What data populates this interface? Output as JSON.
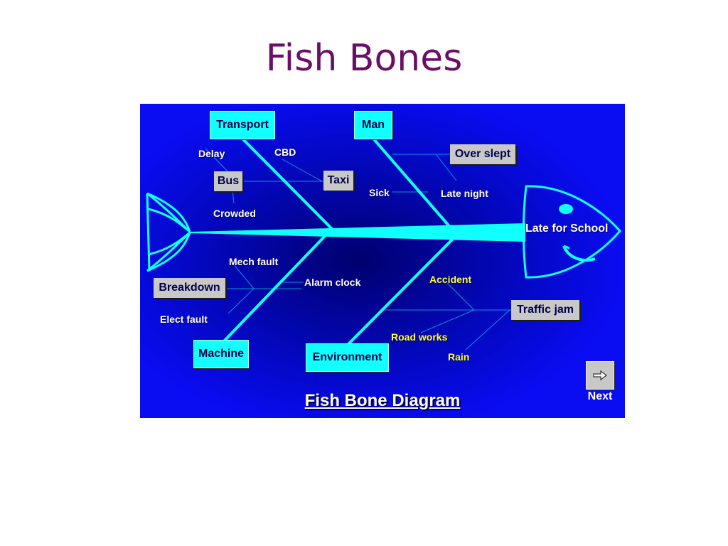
{
  "slide": {
    "title": "Fish Bones"
  },
  "diagram": {
    "problem": "Late for School",
    "footer_title": "Fish Bone Diagram",
    "categories": {
      "transport": {
        "label": "Transport",
        "subcauses": [
          {
            "label": "Bus",
            "details": [
              "Delay",
              "Crowded"
            ]
          },
          {
            "label": "Taxi",
            "details": [
              "CBD"
            ]
          }
        ]
      },
      "man": {
        "label": "Man",
        "subcauses": [
          {
            "label": "Over slept",
            "details": [
              "Late night"
            ]
          }
        ],
        "causes": [
          "Sick"
        ]
      },
      "machine": {
        "label": "Machine",
        "subcauses": [
          {
            "label": "Breakdown",
            "details": [
              "Mech fault",
              "Elect fault"
            ]
          }
        ],
        "causes": [
          "Alarm clock"
        ]
      },
      "environment": {
        "label": "Environment",
        "subcauses": [
          {
            "label": "Traffic jam",
            "details": [
              "Accident",
              "Road works",
              "Rain"
            ]
          }
        ]
      }
    }
  },
  "navigation": {
    "next_label": "Next",
    "next_icon": "arrow-right-icon"
  },
  "colors": {
    "background": "#0a0cf2",
    "bones": "#12ffff",
    "category_box": "#12ffff",
    "subcause_box": "#c8c8c8",
    "highlight_text": "#ffff33",
    "title_text": "#6b0f66"
  }
}
